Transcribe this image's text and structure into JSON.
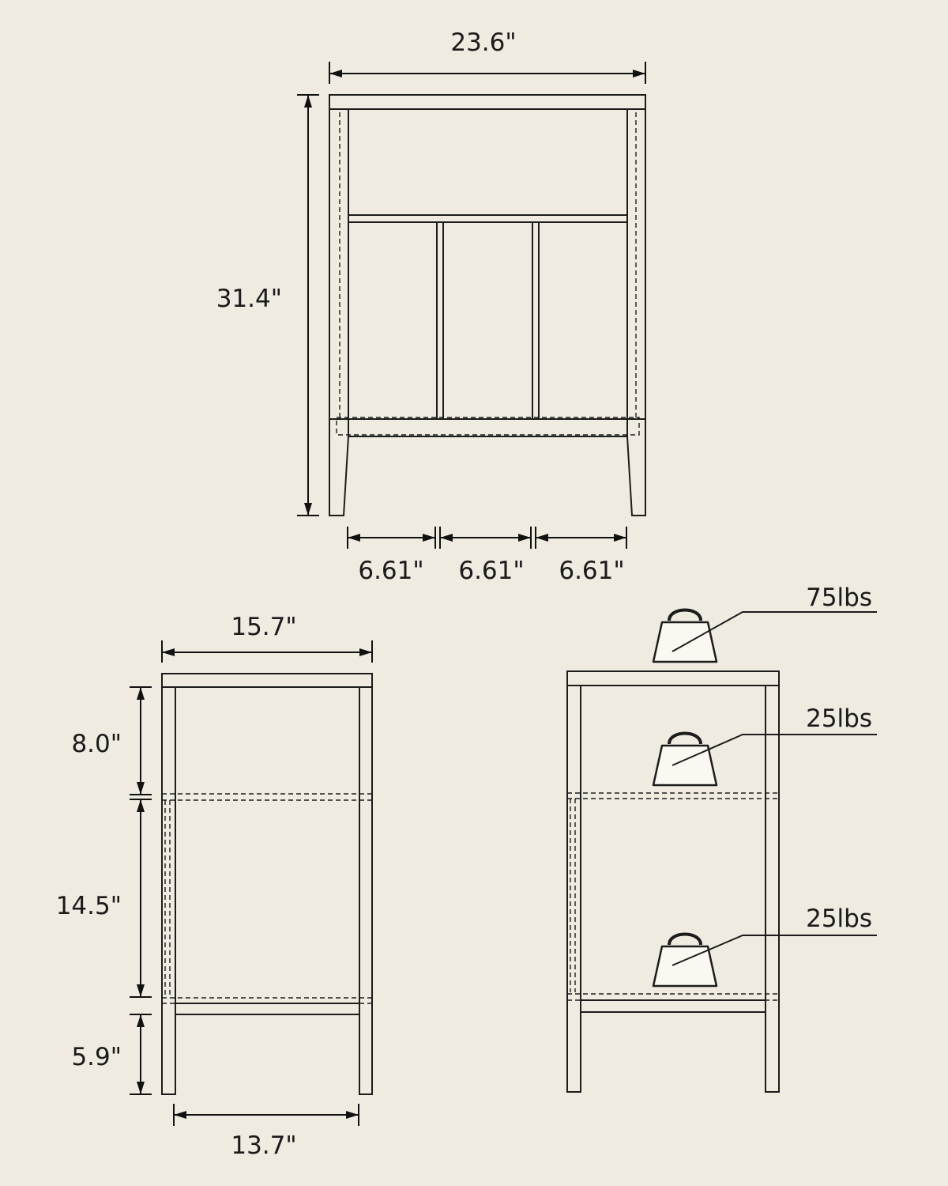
{
  "front_view": {
    "width": "23.6\"",
    "height": "31.4\"",
    "compartments": [
      "6.61\"",
      "6.61\"",
      "6.61\""
    ]
  },
  "side_view": {
    "top_depth": "15.7\"",
    "bottom_depth": "13.7\"",
    "heights": [
      "8.0\"",
      "14.5\"",
      "5.9\""
    ]
  },
  "load_view": {
    "loads": [
      "75lbs",
      "25lbs",
      "25lbs"
    ]
  },
  "colors": {
    "background": "#efebe0",
    "line": "#1c1c1c"
  },
  "icons": {
    "load": "weight-icon"
  }
}
